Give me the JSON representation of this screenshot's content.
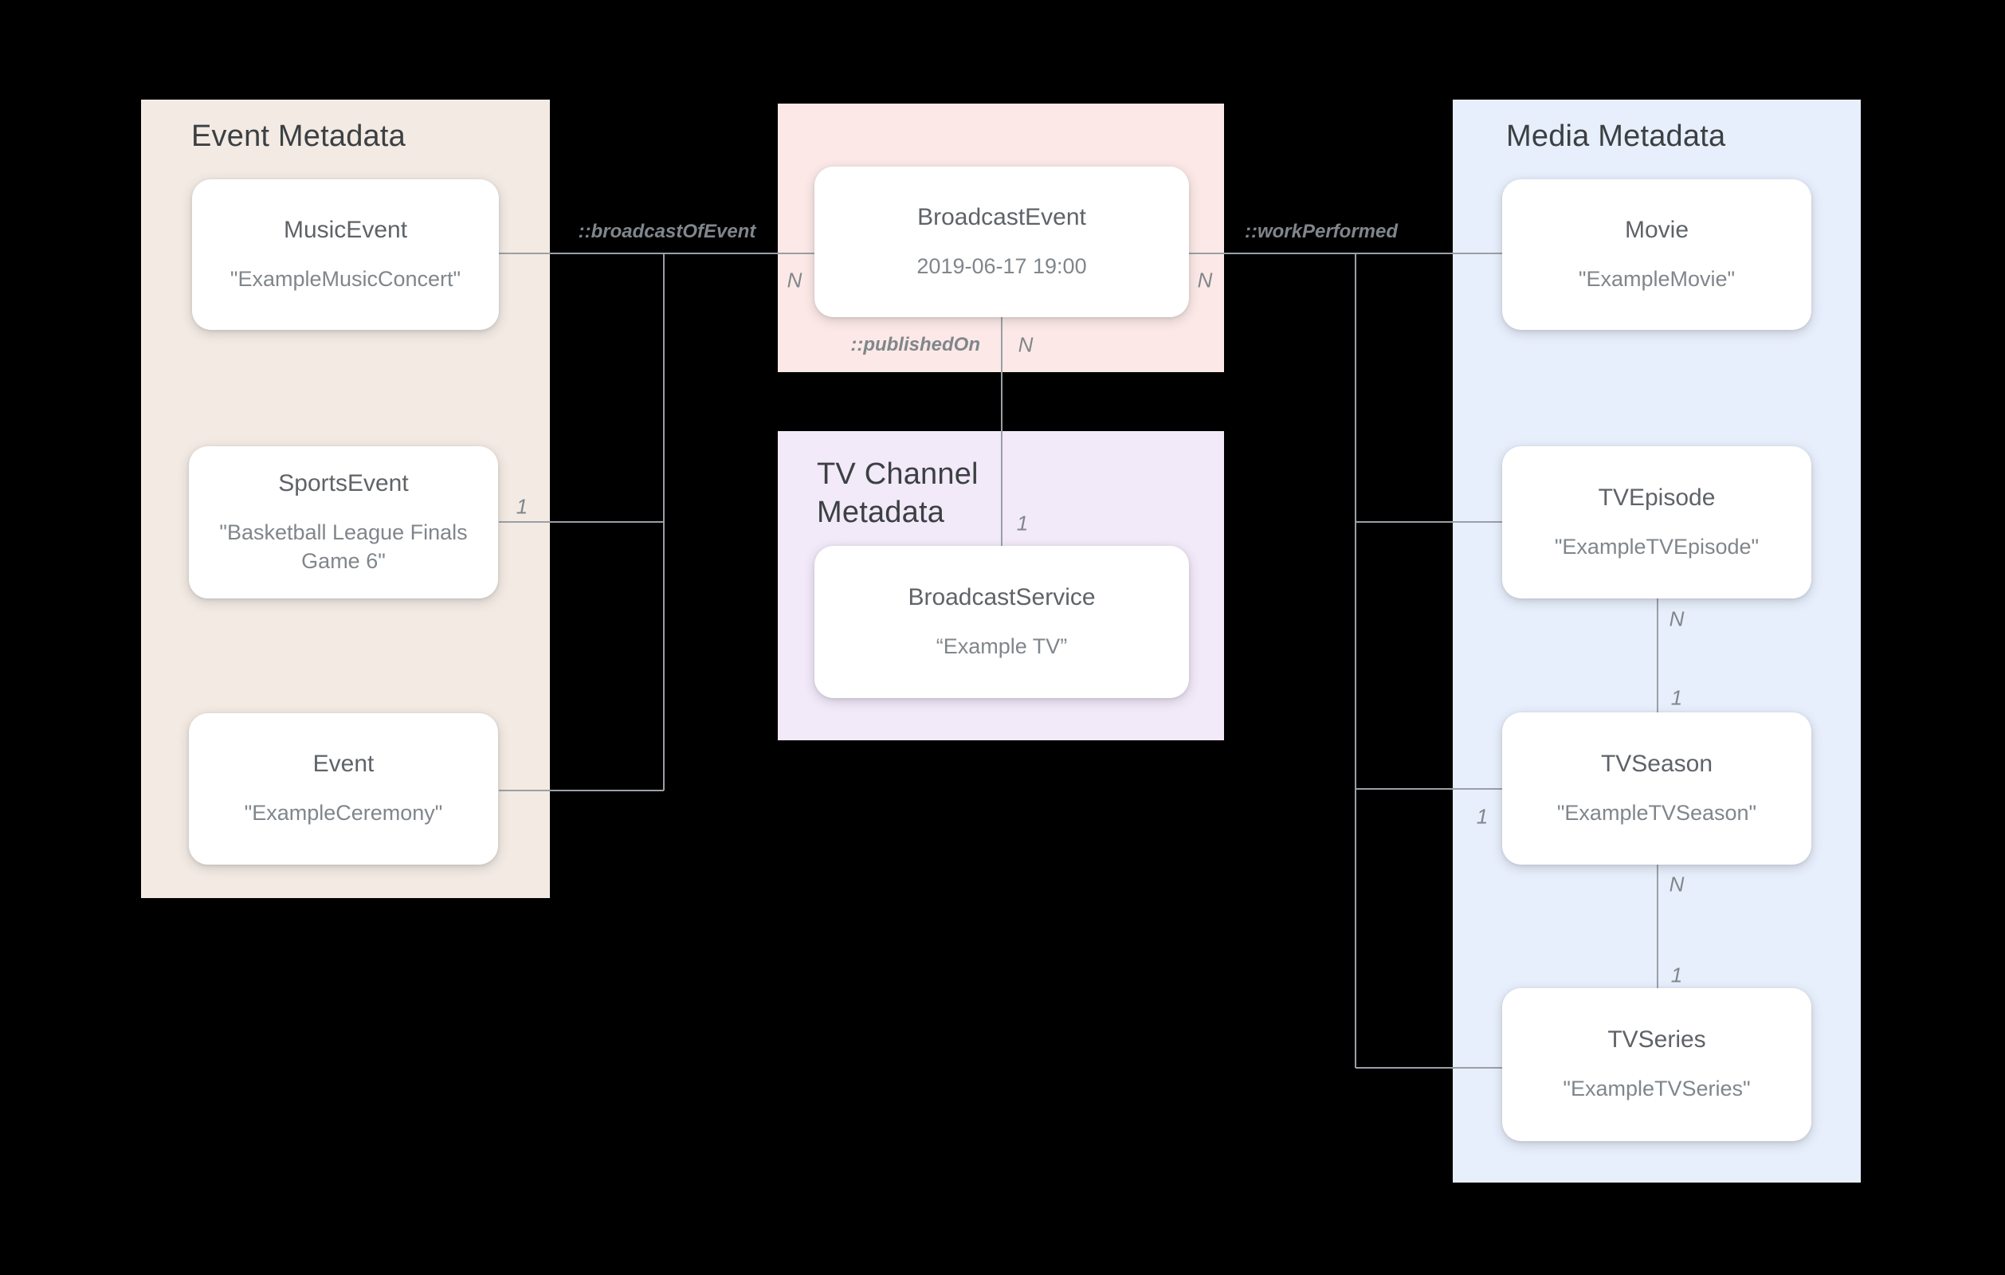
{
  "canvas": {
    "background": "#000000",
    "line_color": "#9AA0A6"
  },
  "panels": {
    "event": {
      "title": "Event Metadata",
      "color": "#F3EAE3"
    },
    "broadcast": {
      "color": "#FCE9E7"
    },
    "channel": {
      "title": "TV Channel\nMetadata",
      "color": "#F2E9F9"
    },
    "media": {
      "title": "Media Metadata",
      "color": "#E8EFFC"
    }
  },
  "nodes": {
    "musicEvent": {
      "title": "MusicEvent",
      "value": "\"ExampleMusicConcert\""
    },
    "sportsEvent": {
      "title": "SportsEvent",
      "value": "\"Basketball League Finals Game 6\""
    },
    "event": {
      "title": "Event",
      "value": "\"ExampleCeremony\""
    },
    "broadcastEvent": {
      "title": "BroadcastEvent",
      "value": "2019-06-17 19:00"
    },
    "broadcastService": {
      "title": "BroadcastService",
      "value": "“Example TV”"
    },
    "movie": {
      "title": "Movie",
      "value": "\"ExampleMovie\""
    },
    "tvEpisode": {
      "title": "TVEpisode",
      "value": "\"ExampleTVEpisode\""
    },
    "tvSeason": {
      "title": "TVSeason",
      "value": "\"ExampleTVSeason\""
    },
    "tvSeries": {
      "title": "TVSeries",
      "value": "\"ExampleTVSeries\""
    }
  },
  "edges": {
    "broadcastOfEvent": {
      "label": "::broadcastOfEvent"
    },
    "publishedOn": {
      "label": "::publishedOn"
    },
    "workPerformed": {
      "label": "::workPerformed"
    }
  },
  "cardinalities": {
    "broadcastOfEvent_n": "N",
    "sportsEvent_1": "1",
    "publishedOn_n": "N",
    "publishedOn_1": "1",
    "workPerformed_n": "N",
    "tvSeason_left_1": "1",
    "episode_season_n": "N",
    "episode_season_1": "1",
    "season_series_n": "N",
    "season_series_1": "1"
  }
}
